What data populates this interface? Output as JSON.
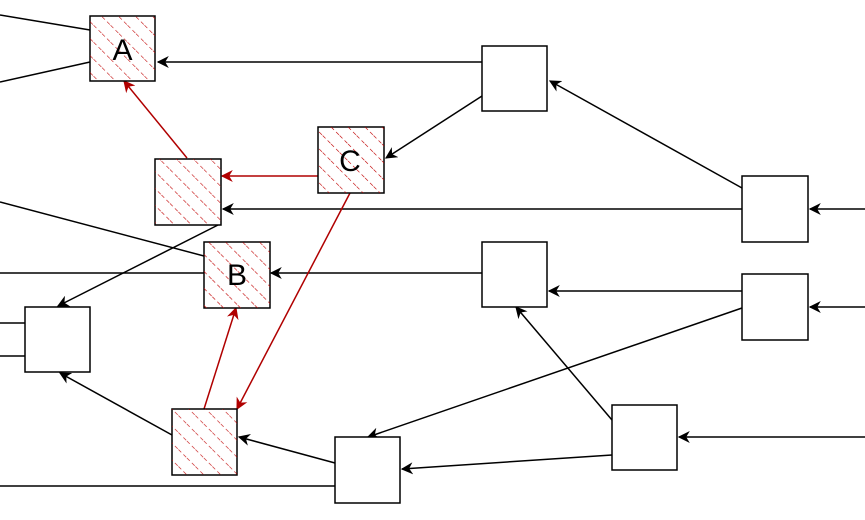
{
  "diagram": {
    "colors": {
      "edge": "#000000",
      "highlight": "#b00000",
      "hatch": "#c00000",
      "node_stroke": "#000000",
      "node_fill": "#ffffff"
    },
    "labels": {
      "a": "A",
      "b": "B",
      "c": "C"
    }
  }
}
